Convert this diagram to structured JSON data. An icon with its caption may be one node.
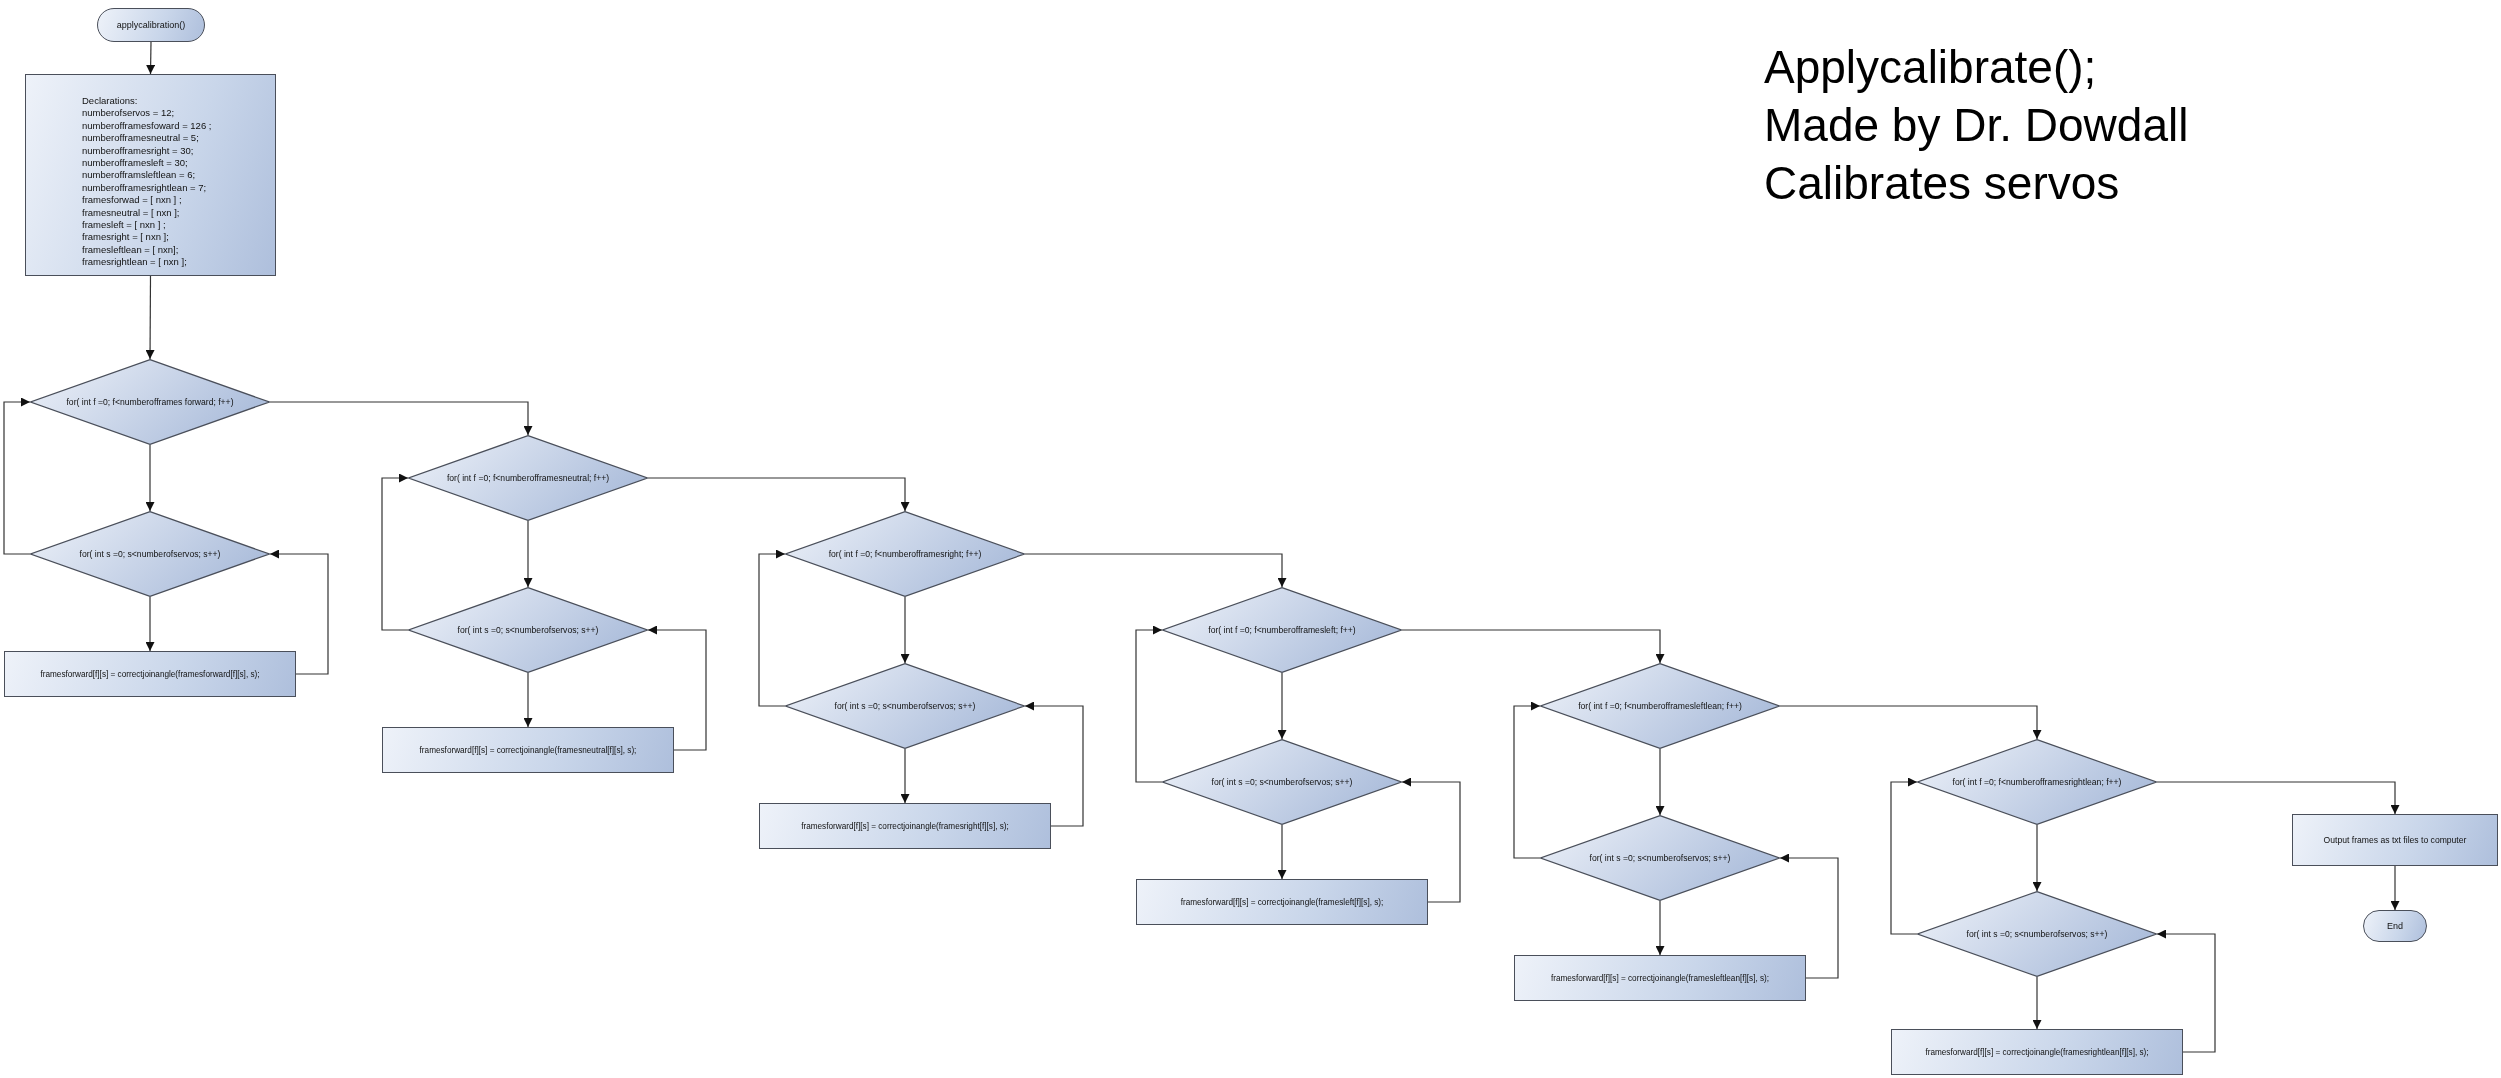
{
  "diagram": {
    "nodes": [
      {
        "text": [
          "applycalibration()"
        ]
      },
      {
        "text": [
          "Declarations:",
          "numberofservos = 12;",
          "numberofframesfoward = 126 ;",
          "numberofframesneutral = 5;",
          "numberofframesright = 30;",
          "numberofframesleft = 30;",
          "numberofframsleftlean = 6;",
          "numberofframesrightlean = 7;",
          "framesforwad = [ nxn ] ;",
          "framesneutral = [ nxn ];",
          "framesleft = [ nxn ] ;",
          "framesright = [ nxn ];",
          "framesleftlean = [ nxn];",
          "framesrightlean = [ nxn ];"
        ]
      },
      {
        "text": [
          "for( int f =0; f<numberofframes forward; f++)"
        ]
      },
      {
        "text": [
          "for( int s =0; s<numberofservos; s++)"
        ]
      },
      {
        "text": [
          "framesforward[f][s] = correctjoinangle(framesforward[f][s], s);"
        ]
      },
      {
        "text": [
          "for( int f =0; f<numberofframesneutral; f++)"
        ]
      },
      {
        "text": [
          "for( int s =0; s<numberofservos; s++)"
        ]
      },
      {
        "text": [
          "framesforward[f][s] = correctjoinangle(framesneutral[f][s], s);"
        ]
      },
      {
        "text": [
          "for( int f =0; f<numberofframesright; f++)"
        ]
      },
      {
        "text": [
          "for( int s =0; s<numberofservos; s++)"
        ]
      },
      {
        "text": [
          "framesforward[f][s] = correctjoinangle(framesright[f][s], s);"
        ]
      },
      {
        "text": [
          "for( int f =0; f<numberofframesleft; f++)"
        ]
      },
      {
        "text": [
          "for( int s =0; s<numberofservos; s++)"
        ]
      },
      {
        "text": [
          "framesforward[f][s] = correctjoinangle(framesleft[f][s], s);"
        ]
      },
      {
        "text": [
          "for( int f =0; f<numberofframesleftlean; f++)"
        ]
      },
      {
        "text": [
          "for( int s =0; s<numberofservos; s++)"
        ]
      },
      {
        "text": [
          "framesforward[f][s] = correctjoinangle(framesleftlean[f][s], s);"
        ]
      },
      {
        "text": [
          "for( int f =0; f<numberofframesrightlean; f++)"
        ]
      },
      {
        "text": [
          "for( int s =0; s<numberofservos; s++)"
        ]
      },
      {
        "text": [
          "framesforward[f][s] = correctjoinangle(framesrightlean[f][s], s);"
        ]
      },
      {
        "text": [
          "Output frames as txt files to computer"
        ]
      },
      {
        "text": [
          "End"
        ]
      }
    ],
    "edges": [
      {
        "from": 0,
        "to": 1,
        "arrow": "to"
      },
      {
        "from": 1,
        "to": 2,
        "arrow": "to"
      },
      {
        "from": 2,
        "to": 3,
        "arrow": "to"
      },
      {
        "from": 3,
        "to": 4,
        "arrow": "to"
      },
      {
        "from": 4,
        "to": 3,
        "arrow": "to"
      },
      {
        "from": 3,
        "to": 2,
        "arrow": "to"
      },
      {
        "from": 2,
        "to": 5,
        "arrow": "to"
      },
      {
        "from": 5,
        "to": 6,
        "arrow": "to"
      },
      {
        "from": 6,
        "to": 7,
        "arrow": "to"
      },
      {
        "from": 7,
        "to": 6,
        "arrow": "to"
      },
      {
        "from": 6,
        "to": 5,
        "arrow": "to"
      },
      {
        "from": 5,
        "to": 8,
        "arrow": "to"
      },
      {
        "from": 8,
        "to": 9,
        "arrow": "to"
      },
      {
        "from": 9,
        "to": 10,
        "arrow": "to"
      },
      {
        "from": 10,
        "to": 9,
        "arrow": "to"
      },
      {
        "from": 9,
        "to": 8,
        "arrow": "to"
      },
      {
        "from": 8,
        "to": 11,
        "arrow": "to"
      },
      {
        "from": 11,
        "to": 12,
        "arrow": "to"
      },
      {
        "from": 12,
        "to": 13,
        "arrow": "to"
      },
      {
        "from": 13,
        "to": 12,
        "arrow": "to"
      },
      {
        "from": 12,
        "to": 11,
        "arrow": "to"
      },
      {
        "from": 11,
        "to": 14,
        "arrow": "to"
      },
      {
        "from": 14,
        "to": 15,
        "arrow": "to"
      },
      {
        "from": 15,
        "to": 16,
        "arrow": "to"
      },
      {
        "from": 16,
        "to": 15,
        "arrow": "to"
      },
      {
        "from": 15,
        "to": 14,
        "arrow": "to"
      },
      {
        "from": 14,
        "to": 17,
        "arrow": "to"
      },
      {
        "from": 17,
        "to": 18,
        "arrow": "to"
      },
      {
        "from": 18,
        "to": 19,
        "arrow": "to"
      },
      {
        "from": 19,
        "to": 18,
        "arrow": "to"
      },
      {
        "from": 18,
        "to": 17,
        "arrow": "to"
      },
      {
        "from": 17,
        "to": 20,
        "arrow": "to"
      },
      {
        "from": 20,
        "to": 21,
        "arrow": "to"
      }
    ],
    "labels": [
      "Applycalibrate();",
      "Made by Dr. Dowdall",
      "Calibrates servos"
    ]
  }
}
